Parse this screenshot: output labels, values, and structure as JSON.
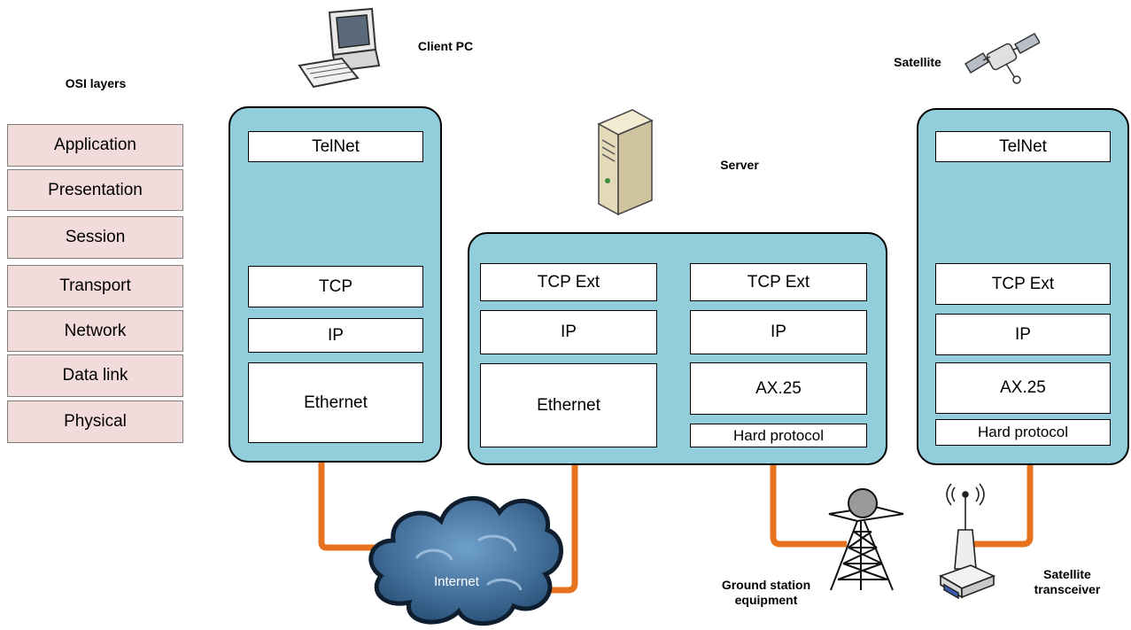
{
  "osi": {
    "title": "OSI layers",
    "layers": [
      "Application",
      "Presentation",
      "Session",
      "Transport",
      "Network",
      "Data link",
      "Physical"
    ]
  },
  "client": {
    "title": "Client PC",
    "layers": [
      "TelNet",
      "TCP",
      "IP",
      "Ethernet"
    ]
  },
  "server": {
    "title": "Server",
    "left": [
      "TCP Ext",
      "IP",
      "Ethernet"
    ],
    "right": [
      "TCP Ext",
      "IP",
      "AX.25",
      "Hard protocol"
    ]
  },
  "satellite": {
    "title": "Satellite",
    "layers": [
      "TelNet",
      "TCP Ext",
      "IP",
      "AX.25",
      "Hard protocol"
    ]
  },
  "internet": {
    "label": "Internet"
  },
  "ground_station": {
    "line1": "Ground station",
    "line2": "equipment"
  },
  "transceiver": {
    "line1": "Satellite",
    "line2": "transceiver"
  },
  "colors": {
    "stack_fill": "#92cddc",
    "osi_fill": "#f2dcdb",
    "wire": "#e8731e",
    "cloud": "#3b6e9e"
  },
  "icons": [
    "computer-icon",
    "server-icon",
    "satellite-icon",
    "cloud-icon",
    "tower-icon",
    "transceiver-icon"
  ]
}
